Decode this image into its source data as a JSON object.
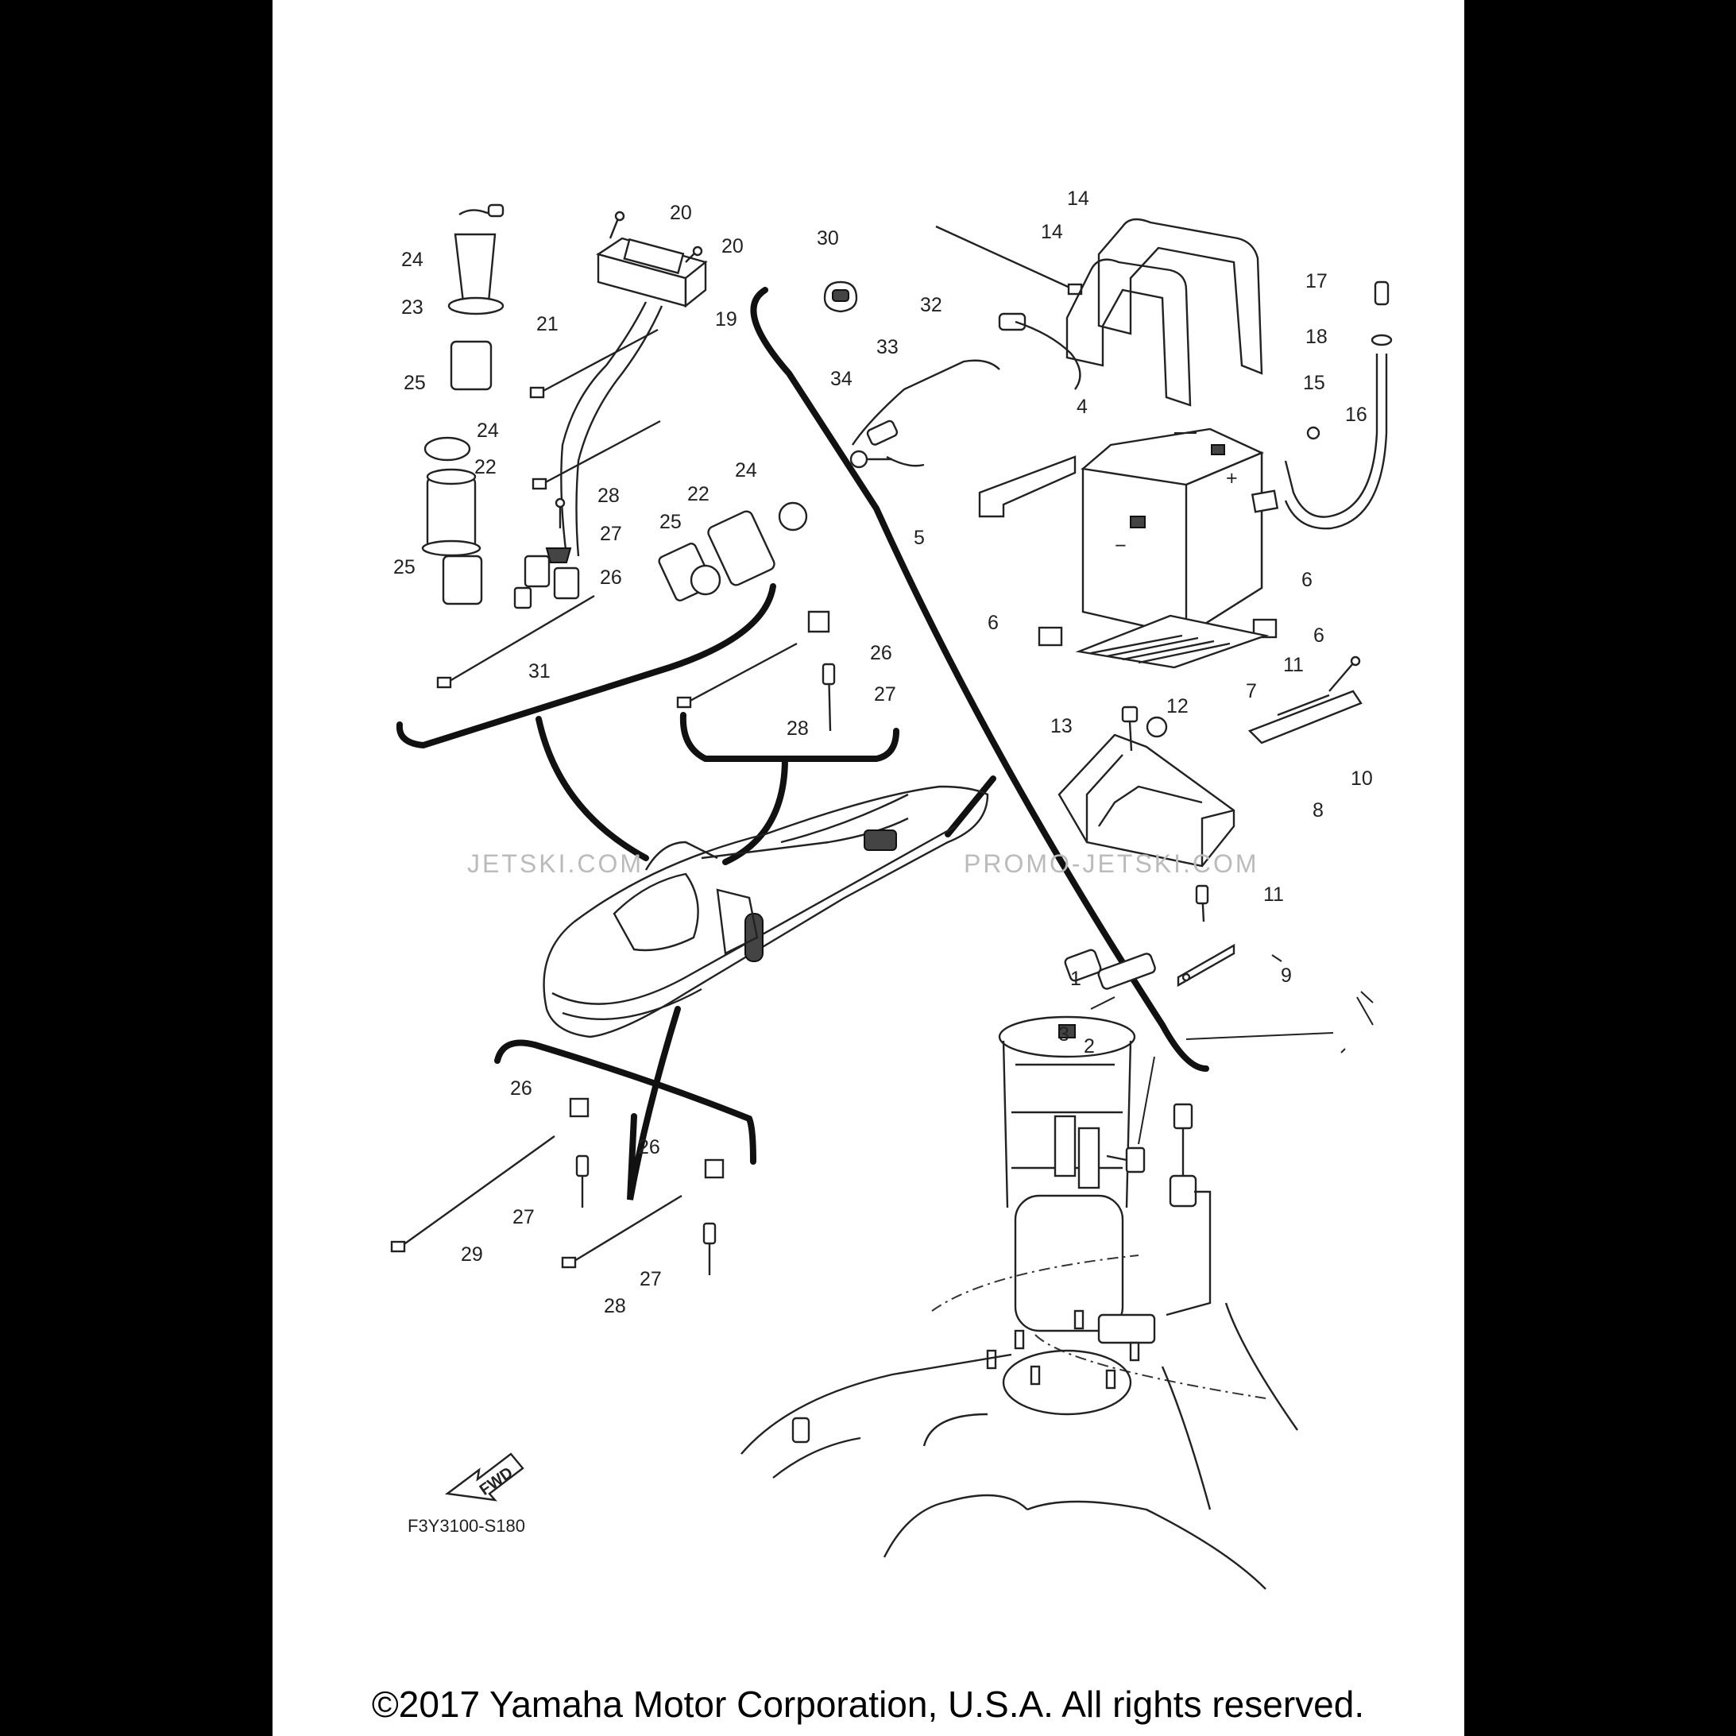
{
  "diagram": {
    "code": "F3Y3100-S180",
    "fwd_label": "FWD",
    "watermarks": [
      "JETSKI.COM",
      "PROMO-JETSKI.COM"
    ],
    "callouts": {
      "c1": "1",
      "c2": "2",
      "c3": "3",
      "c4": "4",
      "c5": "5",
      "c6a": "6",
      "c6b": "6",
      "c6c": "6",
      "c7": "7",
      "c8": "8",
      "c9": "9",
      "c10": "10",
      "c11a": "11",
      "c11b": "11",
      "c12": "12",
      "c13": "13",
      "c14a": "14",
      "c14b": "14",
      "c15": "15",
      "c16": "16",
      "c17": "17",
      "c18": "18",
      "c19": "19",
      "c20a": "20",
      "c20b": "20",
      "c21": "21",
      "c22a": "22",
      "c22b": "22",
      "c23": "23",
      "c24a": "24",
      "c24b": "24",
      "c24c": "24",
      "c25a": "25",
      "c25b": "25",
      "c25c": "25",
      "c26a": "26",
      "c26b": "26",
      "c26c": "26",
      "c26d": "26",
      "c27a": "27",
      "c27b": "27",
      "c27c": "27",
      "c27d": "27",
      "c28a": "28",
      "c28b": "28",
      "c28c": "28",
      "c29": "29",
      "c30": "30",
      "c31": "31",
      "c32": "32",
      "c33": "33",
      "c34": "34"
    }
  },
  "footer": {
    "copyright": "©2017 Yamaha Motor Corporation, U.S.A. All rights reserved."
  }
}
